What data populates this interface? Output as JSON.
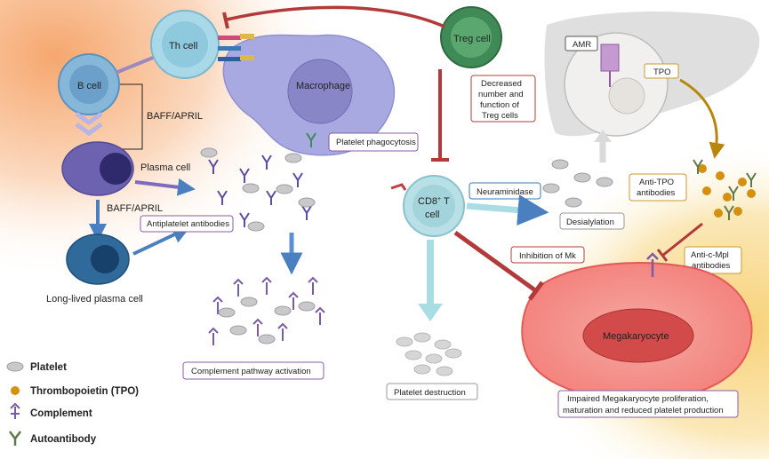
{
  "cells": {
    "th_cell": "Th cell",
    "b_cell": "B cell",
    "macrophage": "Macrophage",
    "treg_cell": "Treg cell",
    "plasma_cell": "Plasma cell",
    "long_lived_plasma_cell": "Long-lived plasma cell",
    "cd8_t_cell_line1": "CD8",
    "cd8_t_cell_sup": "+",
    "cd8_t_cell_t": " T",
    "cd8_t_cell_line2": "cell",
    "megakaryocyte": "Megakaryocyte"
  },
  "labels": {
    "baff_april_1": "BAFF/APRIL",
    "baff_april_2": "BAFF/APRIL",
    "platelet_phagocytosis": "Platelet phagocytosis",
    "antiplatelet_antibodies": "Antiplatelet antibodies",
    "complement_pathway_activation": "Complement pathway activation",
    "treg_note_lines": [
      "Decreased",
      "number and",
      "function of",
      "Treg cells"
    ],
    "neuraminidase": "Neuraminidase",
    "desialylation": "Desialylation",
    "amr": "AMR",
    "tpo": "TPO",
    "anti_tpo_lines": [
      "Anti-TPO",
      "antibodies"
    ],
    "anti_cmpl_lines": [
      "Anti-c-Mpl",
      "antibodies"
    ],
    "inhibition_mk": "Inhibition of Mk",
    "platelet_destruction": "Platelet destruction",
    "impaired_lines": [
      "Impaired Megakaryocyte proliferation,",
      "maturation and reduced platelet production"
    ]
  },
  "legend": {
    "items": [
      {
        "icon": "platelet-icon",
        "label": "Platelet"
      },
      {
        "icon": "tpo-icon",
        "label": "Thrombopoietin (TPO)"
      },
      {
        "icon": "complement-icon",
        "label": "Complement"
      },
      {
        "icon": "autoantibody-icon",
        "label": "Autoantibody"
      }
    ]
  },
  "colors": {
    "th_cell": "#a9d8e8",
    "b_cell": "#86b6d8",
    "macrophage": "#a8a9e0",
    "treg_cell": "#3f8a56",
    "plasma_cell": "#6d62b0",
    "long_lived": "#2f6a9a",
    "cd8": "#b8e0e6",
    "megakaryocyte": "#f07a78",
    "inhibit_arrow": "#b23a3a",
    "tpo_dot": "#d4900f",
    "box_border_red": "#b53b3b",
    "box_border_purple": "#8a5ca8",
    "box_border_blue": "#3a78b8",
    "box_border_gold": "#c99a2c"
  }
}
